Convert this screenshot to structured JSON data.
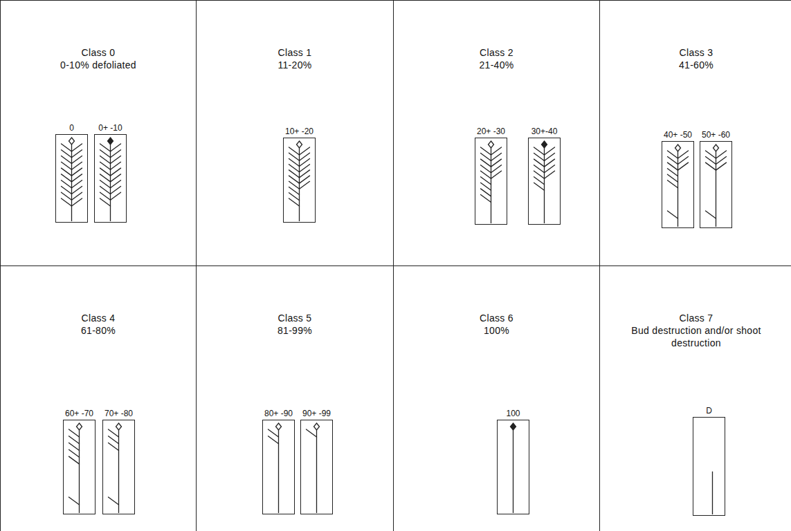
{
  "diagram": {
    "nodes": [
      {
        "text": [
          "Class 0",
          "0-10% defoliated"
        ]
      },
      {
        "text": [
          "0"
        ],
        "in": 0
      },
      {
        "text": [
          "0+ -10"
        ],
        "in": 0
      },
      {
        "text": [
          "Class 1",
          "11-20%"
        ]
      },
      {
        "text": [
          "10+ -20"
        ],
        "in": 3
      },
      {
        "text": [
          "Class 2",
          "21-40%"
        ]
      },
      {
        "text": [
          "20+ -30"
        ],
        "in": 5
      },
      {
        "text": [
          "30+-40"
        ],
        "in": 5
      },
      {
        "text": [
          "Class 3",
          "41-60%"
        ]
      },
      {
        "text": [
          "40+ -50"
        ],
        "in": 8
      },
      {
        "text": [
          "50+ -60"
        ],
        "in": 8
      },
      {
        "text": [
          "Class 4",
          "61-80%"
        ]
      },
      {
        "text": [
          "60+ -70"
        ],
        "in": 11
      },
      {
        "text": [
          "70+ -80"
        ],
        "in": 11
      },
      {
        "text": [
          "Class 5",
          "81-99%"
        ]
      },
      {
        "text": [
          "80+ -90"
        ],
        "in": 14
      },
      {
        "text": [
          "90+ -99"
        ],
        "in": 14
      },
      {
        "text": [
          "Class 6",
          "100%"
        ]
      },
      {
        "text": [
          "100"
        ],
        "in": 17
      },
      {
        "text": [
          "Class 7",
          "Bud destruction and/or shoot destruction"
        ]
      },
      {
        "text": [
          "D"
        ],
        "in": 19
      }
    ]
  }
}
